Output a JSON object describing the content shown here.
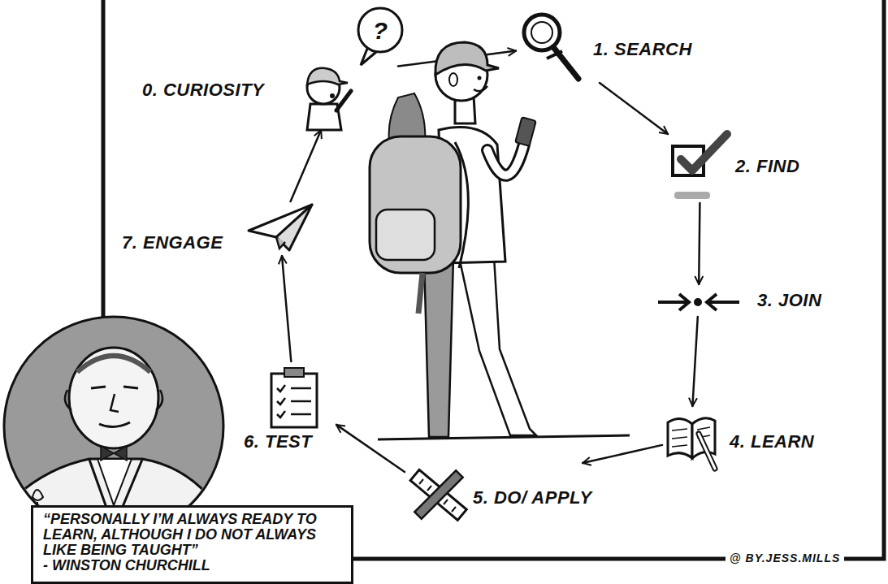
{
  "diagram": {
    "nodes": [
      {
        "text": [
          "0. CURIOSITY"
        ]
      },
      {
        "text": [
          "1. SEARCH"
        ]
      },
      {
        "text": [
          "2. FIND"
        ]
      },
      {
        "text": [
          "3. JOIN"
        ]
      },
      {
        "text": [
          "4. LEARN"
        ]
      },
      {
        "text": [
          "5. DO/ APPLY"
        ]
      },
      {
        "text": [
          "6. TEST"
        ]
      },
      {
        "text": [
          "7. ENGAGE"
        ]
      },
      {
        "text": [
          "“PERSONALLY I’M ALWAYS READY TO LEARN, ALTHOUGH I DO NOT ALWAYS LIKE BEING TAUGHT”",
          "- WINSTON CHURCHILL"
        ]
      }
    ],
    "edges": [
      {
        "from": 0,
        "to": 1,
        "arrow": "to"
      },
      {
        "from": 1,
        "to": 2,
        "arrow": "to"
      },
      {
        "from": 2,
        "to": 3,
        "arrow": "to"
      },
      {
        "from": 3,
        "to": 4,
        "arrow": "to"
      },
      {
        "from": 4,
        "to": 5,
        "arrow": "to"
      },
      {
        "from": 5,
        "to": 6,
        "arrow": "to"
      },
      {
        "from": 6,
        "to": 7,
        "arrow": "to"
      },
      {
        "from": 7,
        "to": 0,
        "arrow": "to"
      }
    ],
    "labels": [
      "?",
      "@ BY.JESS.MILLS"
    ]
  }
}
